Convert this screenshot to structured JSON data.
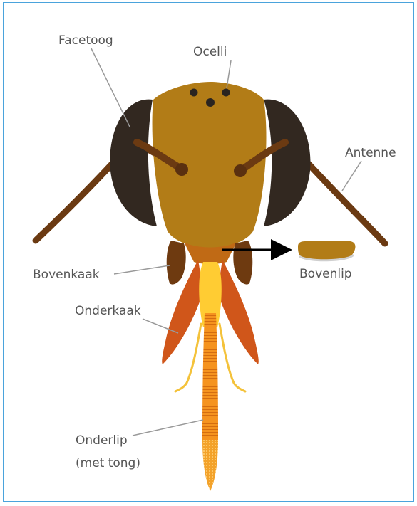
{
  "labels": {
    "facetoog": "Facetoog",
    "ocelli": "Ocelli",
    "antenne": "Antenne",
    "bovenkaak": "Bovenkaak",
    "bovenlip": "Bovenlip",
    "onderkaak": "Onderkaak",
    "onderlip_line1": "Onderlip",
    "onderlip_line2": "(met tong)"
  },
  "colors": {
    "frame_border": "#4aa3dc",
    "head": "#b27c17",
    "compound_eye": "#322820",
    "antenna": "#6b3a12",
    "mandible": "#6e3a10",
    "maxilla": "#d0561a",
    "labium": "#f08c1c",
    "glossa": "#ffcc33",
    "leader_line": "#999999",
    "label_text": "#555555"
  },
  "icons": {
    "pointer_arrow": "arrow-right-icon"
  }
}
